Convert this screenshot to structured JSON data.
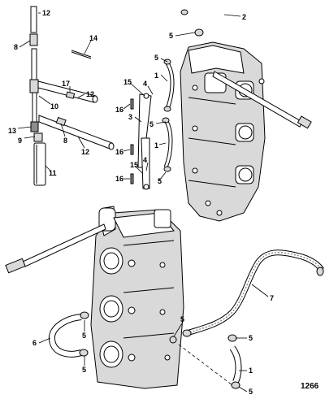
{
  "figure_number": "1266",
  "callouts": [
    {
      "id": "c1",
      "text": "12"
    },
    {
      "id": "c2",
      "text": "8"
    },
    {
      "id": "c3",
      "text": "14"
    },
    {
      "id": "c4",
      "text": "17"
    },
    {
      "id": "c5",
      "text": "12"
    },
    {
      "id": "c6",
      "text": "10"
    },
    {
      "id": "c7",
      "text": "13"
    },
    {
      "id": "c8",
      "text": "9"
    },
    {
      "id": "c9",
      "text": "8"
    },
    {
      "id": "c10",
      "text": "12"
    },
    {
      "id": "c11",
      "text": "11"
    },
    {
      "id": "c12",
      "text": "2"
    },
    {
      "id": "c13",
      "text": "5"
    },
    {
      "id": "c14",
      "text": "5"
    },
    {
      "id": "c15",
      "text": "1"
    },
    {
      "id": "c16",
      "text": "15"
    },
    {
      "id": "c17",
      "text": "4"
    },
    {
      "id": "c18",
      "text": "16"
    },
    {
      "id": "c19",
      "text": "3"
    },
    {
      "id": "c20",
      "text": "5"
    },
    {
      "id": "c21",
      "text": "1"
    },
    {
      "id": "c22",
      "text": "16"
    },
    {
      "id": "c23",
      "text": "4"
    },
    {
      "id": "c24",
      "text": "15"
    },
    {
      "id": "c25",
      "text": "16"
    },
    {
      "id": "c26",
      "text": "5"
    },
    {
      "id": "c27",
      "text": "7"
    },
    {
      "id": "c28",
      "text": "6"
    },
    {
      "id": "c29",
      "text": "5"
    },
    {
      "id": "c30",
      "text": "5"
    },
    {
      "id": "c31",
      "text": "5"
    },
    {
      "id": "c32",
      "text": "5"
    },
    {
      "id": "c33",
      "text": "1"
    },
    {
      "id": "c34",
      "text": "5"
    }
  ]
}
